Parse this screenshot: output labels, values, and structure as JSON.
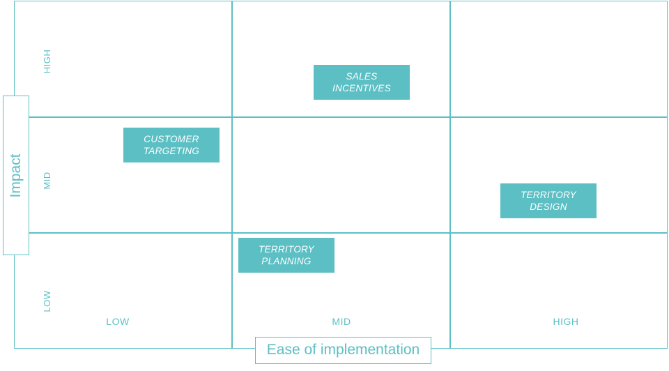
{
  "axes": {
    "y_title": "Impact",
    "x_title": "Ease of implementation",
    "y_levels": [
      "HIGH",
      "MID",
      "LOW"
    ],
    "x_levels": [
      "LOW",
      "MID",
      "HIGH"
    ]
  },
  "items": [
    {
      "line1": "SALES",
      "line2": "INCENTIVES",
      "impact": "HIGH",
      "ease": "MID"
    },
    {
      "line1": "CUSTOMER",
      "line2": "TARGETING",
      "impact": "MID",
      "ease": "LOW"
    },
    {
      "line1": "TERRITORY",
      "line2": "DESIGN",
      "impact": "MID",
      "ease": "HIGH"
    },
    {
      "line1": "TERRITORY",
      "line2": "PLANNING",
      "impact": "LOW",
      "ease": "MID"
    }
  ],
  "colors": {
    "accent": "#5bbfc4",
    "tag_text": "#ffffff",
    "background": "#ffffff"
  }
}
